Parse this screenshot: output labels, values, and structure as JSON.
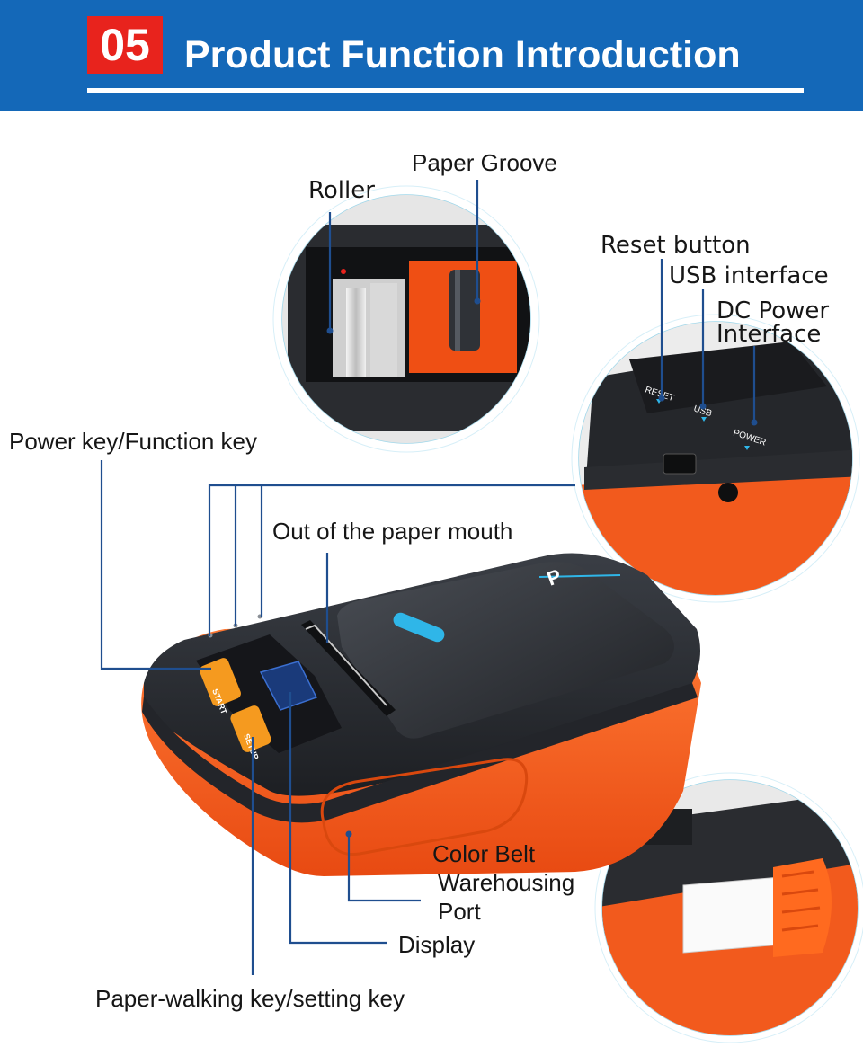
{
  "header": {
    "number": "05",
    "title": "Product Function Introduction"
  },
  "labels": {
    "paper_groove": "Paper Groove",
    "roller": "Roller",
    "reset_button": "Reset button",
    "usb_interface": "USB interface",
    "dc_power_line1": "DC Power",
    "dc_power_line2": "Interface",
    "power_function_key": "Power key/Function key",
    "paper_mouth": "Out of the paper mouth",
    "color_belt_line1": "Color Belt",
    "color_belt_line2": "Warehousing",
    "color_belt_line3": "Port",
    "display": "Display",
    "paper_walking_key": "Paper-walking key/setting key"
  },
  "device": {
    "brand_mark": "P",
    "start_key": "START",
    "setup_key": "SETUP"
  },
  "ports": {
    "reset": "RESET",
    "usb": "USB",
    "power": "POWER"
  },
  "colors": {
    "header_blue": "#1468b8",
    "badge_red": "#e8231d",
    "device_orange": "#f2581c",
    "device_dark": "#2b2e33",
    "leader_blue": "#1f4e8f",
    "accent_cyan": "#2fb6e8"
  }
}
